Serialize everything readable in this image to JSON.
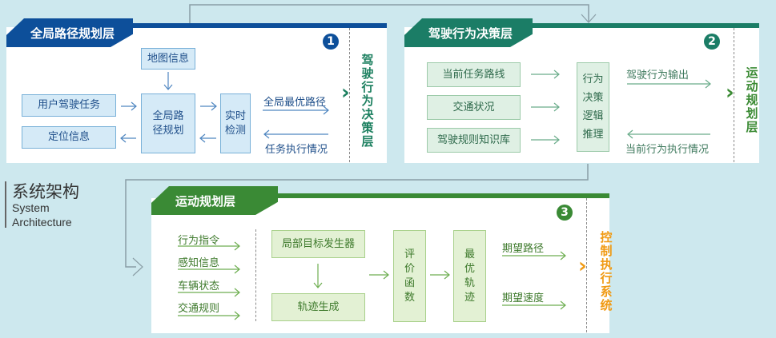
{
  "side_title": {
    "zh": "系统架构",
    "en_line1": "System",
    "en_line2": "Architecture"
  },
  "layer1": {
    "title": "全局路径规划层",
    "number": "1",
    "color": "#0d4f9a",
    "boxes": {
      "map_info": "地图信息",
      "user_task": "用户驾驶任务",
      "location": "定位信息",
      "global_planning": "全局路径规划",
      "realtime_detect": "实时检测"
    },
    "output_label": "全局最优路径",
    "feedback_label": "任务执行情况",
    "next_layer": "驾驶行为决策层",
    "next_color": "#1d8060"
  },
  "layer2": {
    "title": "驾驶行为决策层",
    "number": "2",
    "color": "#1b7d66",
    "inputs": [
      "当前任务路线",
      "交通状况",
      "驾驶规则知识库"
    ],
    "logic_box": [
      "行为",
      "决策",
      "逻辑",
      "推理"
    ],
    "output_label": "驾驶行为输出",
    "feedback_label": "当前行为执行情况",
    "next_layer": "运动规划层",
    "next_color": "#3a8a33"
  },
  "layer3": {
    "title": "运动规划层",
    "number": "3",
    "color": "#3a8a35",
    "inputs": [
      "行为指令",
      "感知信息",
      "车辆状态",
      "交通规则"
    ],
    "local_goal": "局部目标发生器",
    "trajectory_gen": "轨迹生成",
    "eval_function": "评价函数",
    "optimal_traj": "最优轨迹",
    "outputs": [
      "期望路径",
      "期望速度"
    ],
    "next_layer": "控制执行系统",
    "next_color": "#f09a14"
  }
}
